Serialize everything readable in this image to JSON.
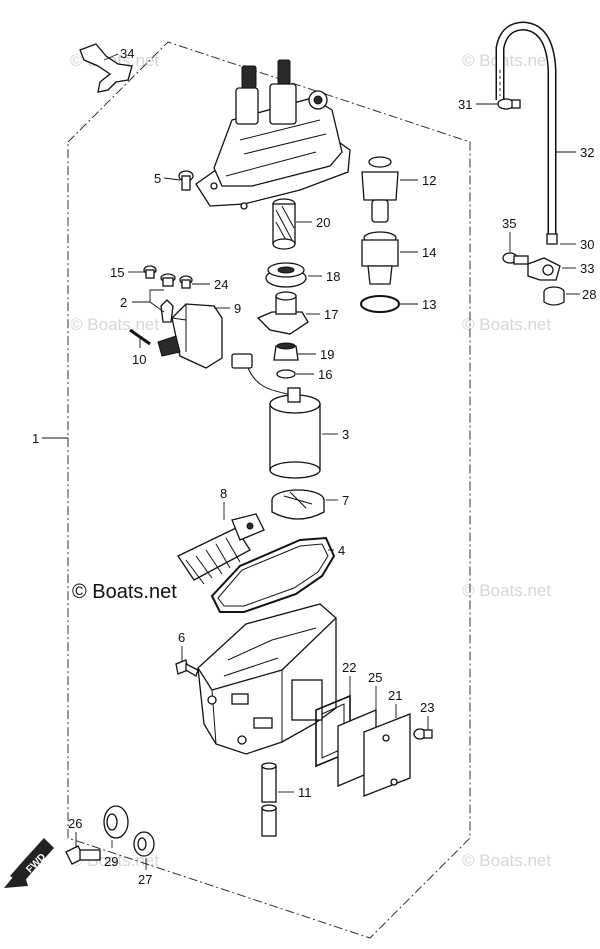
{
  "diagram": {
    "watermark_brand": "© Boats.net",
    "fwd_badge": "FWD",
    "callouts": [
      {
        "id": "34",
        "label": "34"
      },
      {
        "id": "5",
        "label": "5"
      },
      {
        "id": "12",
        "label": "12"
      },
      {
        "id": "20",
        "label": "20"
      },
      {
        "id": "15",
        "label": "15"
      },
      {
        "id": "24",
        "label": "24"
      },
      {
        "id": "18",
        "label": "18"
      },
      {
        "id": "14",
        "label": "14"
      },
      {
        "id": "2",
        "label": "2"
      },
      {
        "id": "9",
        "label": "9"
      },
      {
        "id": "17",
        "label": "17"
      },
      {
        "id": "13",
        "label": "13"
      },
      {
        "id": "10",
        "label": "10"
      },
      {
        "id": "19",
        "label": "19"
      },
      {
        "id": "16",
        "label": "16"
      },
      {
        "id": "1",
        "label": "1"
      },
      {
        "id": "3",
        "label": "3"
      },
      {
        "id": "8",
        "label": "8"
      },
      {
        "id": "7",
        "label": "7"
      },
      {
        "id": "4",
        "label": "4"
      },
      {
        "id": "6",
        "label": "6"
      },
      {
        "id": "22",
        "label": "22"
      },
      {
        "id": "25",
        "label": "25"
      },
      {
        "id": "21",
        "label": "21"
      },
      {
        "id": "23",
        "label": "23"
      },
      {
        "id": "11",
        "label": "11"
      },
      {
        "id": "26",
        "label": "26"
      },
      {
        "id": "29",
        "label": "29"
      },
      {
        "id": "27",
        "label": "27"
      },
      {
        "id": "31",
        "label": "31"
      },
      {
        "id": "32",
        "label": "32"
      },
      {
        "id": "35",
        "label": "35"
      },
      {
        "id": "30",
        "label": "30"
      },
      {
        "id": "33",
        "label": "33"
      },
      {
        "id": "28",
        "label": "28"
      }
    ]
  }
}
